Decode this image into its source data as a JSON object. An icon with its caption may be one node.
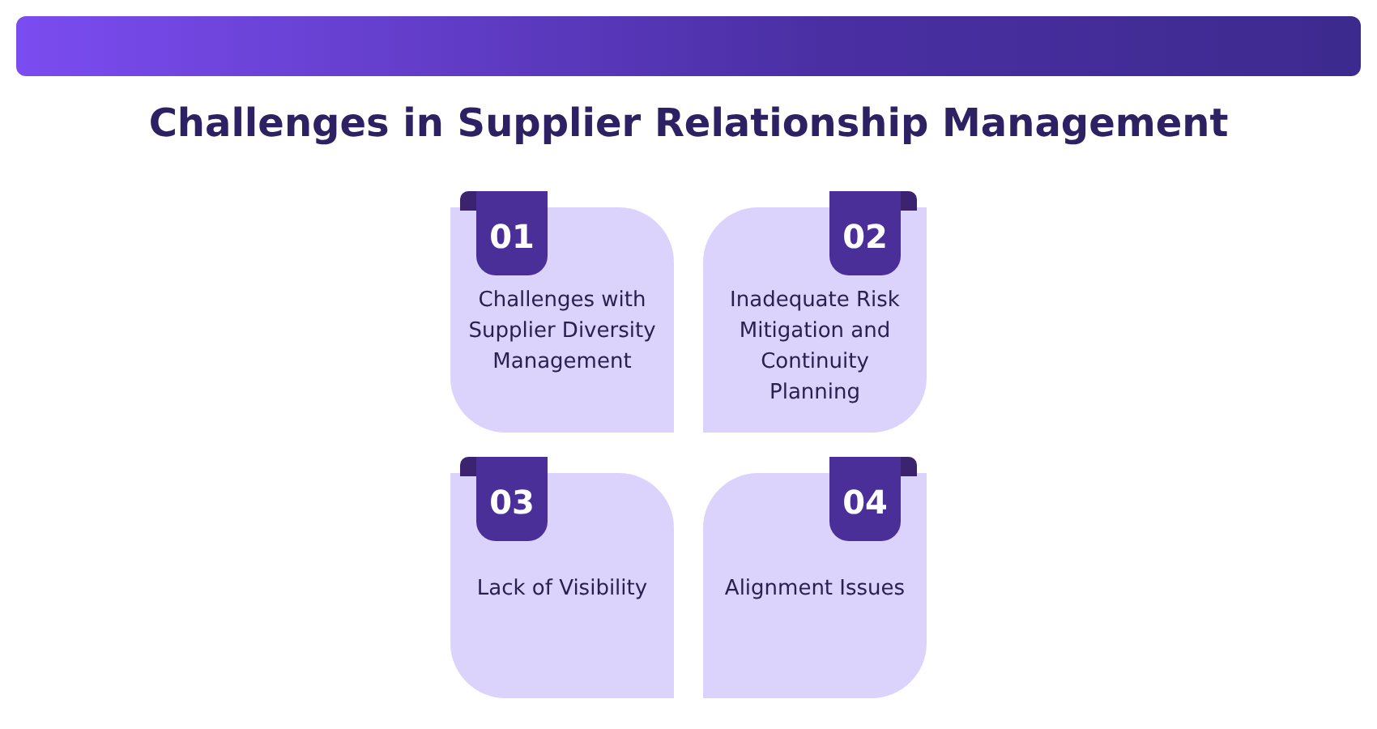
{
  "diagram": {
    "title": "Challenges in Supplier Relationship Management",
    "nodes": [
      {
        "text": [
          "01",
          "Challenges with Supplier Diversity Management"
        ]
      },
      {
        "text": [
          "02",
          "Inadequate Risk Mitigation and Continuity Planning"
        ]
      },
      {
        "text": [
          "03",
          "Lack of Visibility"
        ]
      },
      {
        "text": [
          "04",
          "Alignment Issues"
        ]
      }
    ]
  }
}
